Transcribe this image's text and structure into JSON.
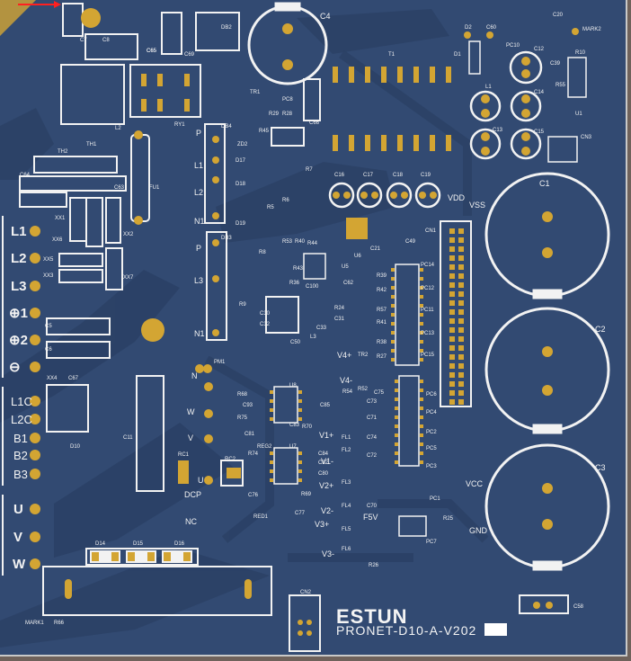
{
  "board": {
    "logo": "ESTUN",
    "model": "PRONET-D10-A-V202",
    "colors": {
      "board": "#324a72",
      "silk": "#f2f2f2",
      "pad": "#d3a533",
      "trace": "#2b4166"
    }
  },
  "terminals": {
    "main": [
      "L1",
      "L2",
      "L3",
      "⊕1",
      "⊕2",
      "⊖"
    ],
    "control": [
      "L1C",
      "L2C",
      "B1",
      "B2",
      "B3"
    ],
    "motor": [
      "U",
      "V",
      "W"
    ]
  },
  "ac_labels": [
    "P",
    "L1",
    "L2",
    "N1",
    "P",
    "L3",
    "N1"
  ],
  "pin_labels": [
    "N",
    "W",
    "V",
    "U",
    "DCP",
    "NC"
  ],
  "test_points": [
    "VDD",
    "VSS",
    "VCC",
    "GND",
    "V4+",
    "V4-",
    "V1+",
    "V1-",
    "V2+",
    "V2-",
    "V3+",
    "V3-",
    "F5V"
  ],
  "components": {
    "capacitors_big": [
      "C1",
      "C2",
      "C3",
      "C4"
    ],
    "refs": [
      "C7",
      "C8",
      "C65",
      "C69",
      "DB2",
      "C4",
      "D2",
      "C60",
      "C20",
      "MARK2",
      "D1",
      "PC10",
      "C12",
      "R10",
      "C39",
      "R55",
      "U1",
      "C14",
      "L1",
      "C13",
      "C15",
      "CN3",
      "T1",
      "C66",
      "TR1",
      "R29",
      "R28",
      "PC8",
      "R45",
      "ZD2",
      "TH1",
      "L2",
      "RY1",
      "DB4",
      "TH2",
      "C64",
      "C63",
      "FU1",
      "C65",
      "XX1",
      "XX6",
      "XX2",
      "XX5",
      "XX3",
      "XX7",
      "D17",
      "D18",
      "D19",
      "R7",
      "R6",
      "R5",
      "C16",
      "C17",
      "C18",
      "C19",
      "C21",
      "C49",
      "U6",
      "CN1",
      "R53",
      "R40",
      "R44",
      "R8",
      "R43",
      "R36",
      "U5",
      "C62",
      "C100",
      "R24",
      "C31",
      "C30",
      "C32",
      "C33",
      "C50",
      "L3",
      "R9",
      "DB3",
      "PC14",
      "PC12",
      "PC11",
      "PC13",
      "PC15",
      "R39",
      "R42",
      "R57",
      "R41",
      "R38",
      "R27",
      "PM1",
      "TR2",
      "R52",
      "C75",
      "R54",
      "C73",
      "C71",
      "C74",
      "C72",
      "PC6",
      "PC4",
      "PC2",
      "PC5",
      "PC3",
      "R68",
      "C93",
      "R75",
      "U8",
      "C85",
      "C83",
      "R70",
      "C81",
      "REG2",
      "U7",
      "C84",
      "C82",
      "C80",
      "FL1",
      "FL2",
      "FL3",
      "FL4",
      "FL5",
      "FL6",
      "R74",
      "C76",
      "R69",
      "C77",
      "RED1",
      "C70",
      "PC1",
      "R25",
      "PC7",
      "R26",
      "XX4",
      "C67",
      "C5",
      "C6",
      "D10",
      "C11",
      "RC1",
      "RC2",
      "D14",
      "D15",
      "D16",
      "MARK1",
      "R66",
      "CN2",
      "C58"
    ]
  }
}
